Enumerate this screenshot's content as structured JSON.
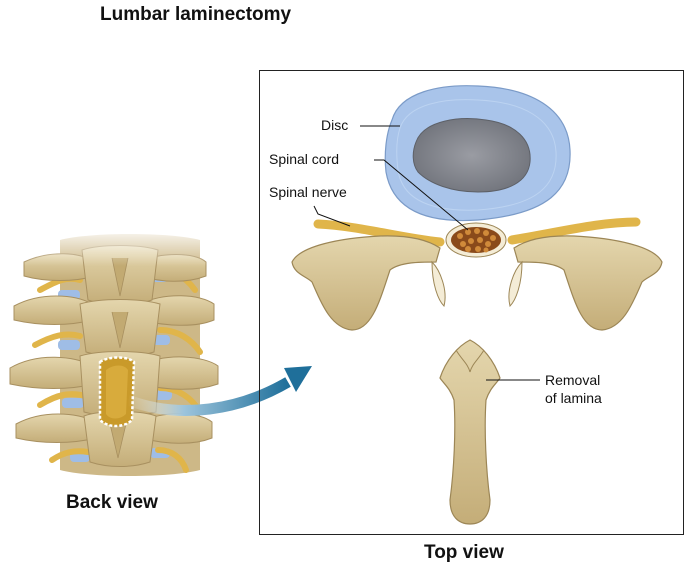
{
  "title": "Lumbar laminectomy",
  "views": {
    "back": "Back view",
    "top": "Top view"
  },
  "labels": {
    "disc": "Disc",
    "spinal_cord": "Spinal cord",
    "spinal_nerve": "Spinal nerve",
    "removal_line1": "Removal",
    "removal_line2": "of lamina"
  },
  "colors": {
    "bone": "#d8c79a",
    "bone_shadow": "#b7a06a",
    "disc": "#a9c4ea",
    "nucleus": "#7d8088",
    "nerve": "#e0b54a",
    "cord": "#8a4a1a",
    "arrow": "#1f6f9a"
  }
}
